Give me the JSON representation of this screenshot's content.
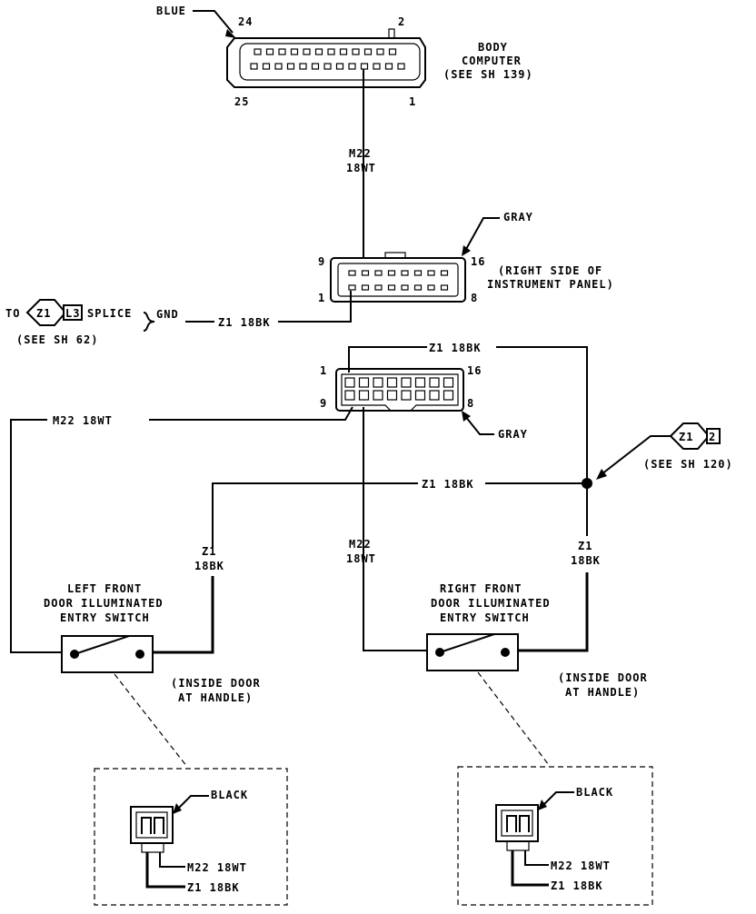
{
  "body_computer": {
    "name_line1": "BODY",
    "name_line2": "COMPUTER",
    "ref": "(SEE SH 139)",
    "color": "BLUE",
    "pin_24": "24",
    "pin_2": "2",
    "pin_25": "25",
    "pin_1": "1"
  },
  "wire_m22_top": {
    "circuit": "M22",
    "gauge": "18WT"
  },
  "gray_connector_top": {
    "color": "GRAY",
    "pin_9": "9",
    "pin_16": "16",
    "pin_1": "1",
    "pin_8": "8",
    "location_line1": "(RIGHT SIDE OF",
    "location_line2": "INSTRUMENT PANEL)"
  },
  "splice_left": {
    "to": "TO",
    "circuit": "Z1",
    "splice_id": "L3",
    "splice_text": "SPLICE",
    "ref": "(SEE SH 62)",
    "gnd": "GND",
    "wire": "Z1 18BK"
  },
  "gray_connector_bottom": {
    "color": "GRAY",
    "pin_1": "1",
    "pin_16": "16",
    "pin_9": "9",
    "pin_8": "8",
    "top_wire": "Z1 18BK"
  },
  "wire_m22_left": "M22 18WT",
  "wire_z1_mid": "Z1 18BK",
  "splice_right": {
    "circuit": "Z1",
    "id": "2",
    "ref": "(SEE SH 120)"
  },
  "wire_z1_left": {
    "circuit": "Z1",
    "gauge": "18BK"
  },
  "wire_m22_center": {
    "circuit": "M22",
    "gauge": "18WT"
  },
  "wire_z1_right": {
    "circuit": "Z1",
    "gauge": "18BK"
  },
  "left_switch": {
    "line1": "LEFT FRONT",
    "line2": "DOOR ILLUMINATED",
    "line3": "ENTRY SWITCH",
    "loc1": "(INSIDE DOOR",
    "loc2": "AT HANDLE)"
  },
  "right_switch": {
    "line1": "RIGHT FRONT",
    "line2": "DOOR ILLUMINATED",
    "line3": "ENTRY SWITCH",
    "loc1": "(INSIDE DOOR",
    "loc2": "AT HANDLE)"
  },
  "left_detail": {
    "color": "BLACK",
    "wire1": "M22 18WT",
    "wire2": "Z1 18BK"
  },
  "right_detail": {
    "color": "BLACK",
    "wire1": "M22 18WT",
    "wire2": "Z1 18BK"
  }
}
